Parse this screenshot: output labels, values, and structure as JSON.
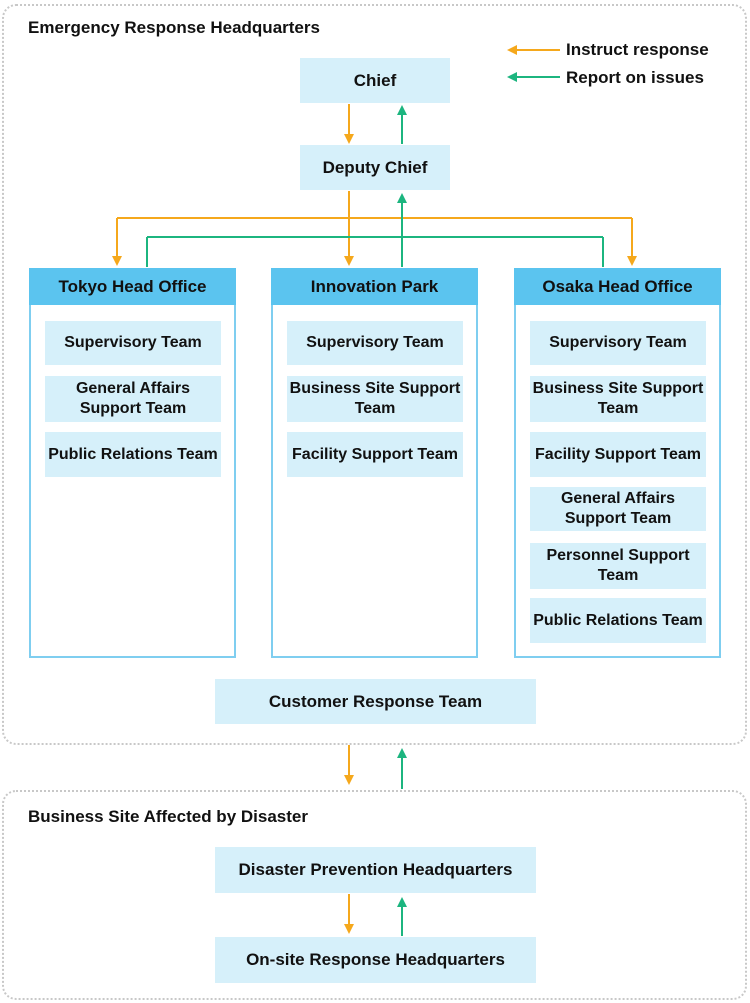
{
  "regions": {
    "headquarters_title": "Emergency Response Headquarters",
    "affected_site_title": "Business Site Affected by Disaster"
  },
  "legend": {
    "instruct_label": "Instruct response",
    "report_label": "Report on issues",
    "instruct_color": "#f5a81c",
    "report_color": "#1cb57f"
  },
  "nodes": {
    "chief": "Chief",
    "deputy_chief": "Deputy Chief",
    "customer_response": "Customer Response Team",
    "disaster_prevention_hq": "Disaster Prevention Headquarters",
    "onsite_response_hq": "On-site Response Headquarters"
  },
  "offices": [
    {
      "name": "Tokyo Head Office",
      "teams": [
        "Supervisory Team",
        "General Affairs Support Team",
        "Public Relations Team"
      ]
    },
    {
      "name": "Innovation Park",
      "teams": [
        "Supervisory Team",
        "Business Site Support Team",
        "Facility Support Team"
      ]
    },
    {
      "name": "Osaka Head Office",
      "teams": [
        "Supervisory Team",
        "Business Site Support Team",
        "Facility Support Team",
        "General Affairs Support Team",
        "Personnel Support Team",
        "Public Relations Team"
      ]
    }
  ]
}
